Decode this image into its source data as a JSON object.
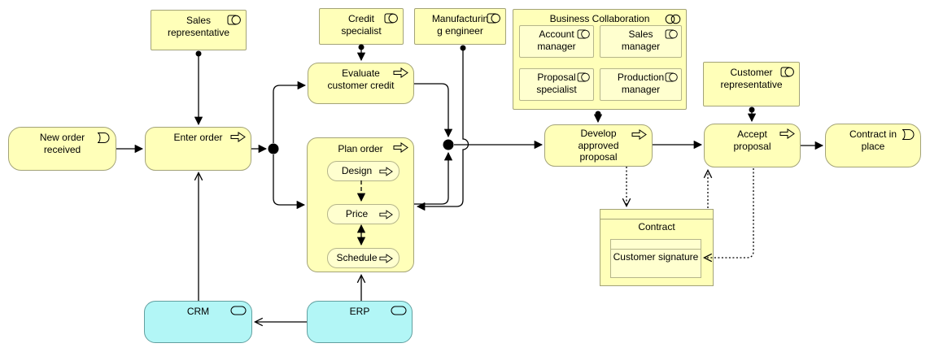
{
  "nodes": {
    "sales_representative": {
      "label": "Sales\nrepresentative",
      "type": "business-role"
    },
    "credit_specialist": {
      "label": "Credit\nspecialist",
      "type": "business-role"
    },
    "manufacturing_engineer": {
      "label": "Manufacturin\ng engineer",
      "type": "business-role"
    },
    "business_collaboration": {
      "label": "Business Collaboration",
      "type": "business-collaboration"
    },
    "account_manager": {
      "label": "Account\nmanager",
      "type": "business-role"
    },
    "sales_manager": {
      "label": "Sales\nmanager",
      "type": "business-role"
    },
    "proposal_specialist": {
      "label": "Proposal\nspecialist",
      "type": "business-role"
    },
    "production_manager": {
      "label": "Production\nmanager",
      "type": "business-role"
    },
    "customer_representative": {
      "label": "Customer\nrepresentative",
      "type": "business-role"
    },
    "new_order_received": {
      "label": "New order\nreceived",
      "type": "business-event"
    },
    "enter_order": {
      "label": "Enter order",
      "type": "business-process"
    },
    "evaluate_customer_credit": {
      "label": "Evaluate\ncustomer credit",
      "type": "business-process"
    },
    "plan_order": {
      "label": "Plan order",
      "type": "business-process"
    },
    "design": {
      "label": "Design",
      "type": "business-process"
    },
    "price": {
      "label": "Price",
      "type": "business-process"
    },
    "schedule": {
      "label": "Schedule",
      "type": "business-process"
    },
    "develop_approved_proposal": {
      "label": "Develop\napproved\nproposal",
      "type": "business-process"
    },
    "accept_proposal": {
      "label": "Accept\nproposal",
      "type": "business-process"
    },
    "contract_in_place": {
      "label": "Contract in\nplace",
      "type": "business-event"
    },
    "contract": {
      "label": "Contract",
      "type": "business-object"
    },
    "customer_signature": {
      "label": "Customer signature",
      "type": "business-object"
    },
    "crm": {
      "label": "CRM",
      "type": "application-component"
    },
    "erp": {
      "label": "ERP",
      "type": "application-component"
    }
  },
  "relationships": [
    {
      "from": "New order received",
      "to": "Enter order",
      "type": "triggering"
    },
    {
      "from": "Sales representative",
      "to": "Enter order",
      "type": "assignment"
    },
    {
      "from": "Credit specialist",
      "to": "Evaluate customer credit",
      "type": "assignment"
    },
    {
      "from": "Manufacturing engineer",
      "to": "Plan order",
      "type": "assignment"
    },
    {
      "from": "Business Collaboration",
      "to": "Develop approved proposal",
      "type": "assignment"
    },
    {
      "from": "Customer representative",
      "to": "Accept proposal",
      "type": "assignment"
    },
    {
      "from": "Enter order",
      "to": "junction-1",
      "type": "triggering"
    },
    {
      "from": "junction-1",
      "to": "Evaluate customer credit",
      "type": "triggering"
    },
    {
      "from": "junction-1",
      "to": "Plan order",
      "type": "triggering"
    },
    {
      "from": "Evaluate customer credit",
      "to": "junction-2",
      "type": "triggering"
    },
    {
      "from": "Plan order",
      "to": "junction-2",
      "type": "triggering"
    },
    {
      "from": "junction-2",
      "to": "Develop approved proposal",
      "type": "triggering"
    },
    {
      "from": "Develop approved proposal",
      "to": "Accept proposal",
      "type": "triggering"
    },
    {
      "from": "Accept proposal",
      "to": "Contract in place",
      "type": "triggering"
    },
    {
      "from": "Design",
      "to": "Price",
      "type": "flow"
    },
    {
      "from": "Price",
      "to": "Schedule",
      "type": "triggering-bidirectional"
    },
    {
      "from": "Develop approved proposal",
      "to": "Contract",
      "type": "access"
    },
    {
      "from": "Contract",
      "to": "Accept proposal",
      "type": "access"
    },
    {
      "from": "Accept proposal",
      "to": "Customer signature",
      "type": "access"
    },
    {
      "from": "CRM",
      "to": "Enter order",
      "type": "serving"
    },
    {
      "from": "ERP",
      "to": "CRM",
      "type": "serving"
    },
    {
      "from": "ERP",
      "to": "Plan order",
      "type": "serving"
    }
  ],
  "colors": {
    "business_fill": "#ffffb9",
    "business_border": "#a3a378",
    "application_fill": "#b2f6f6",
    "application_border": "#62a0a0",
    "line": "#000000"
  }
}
